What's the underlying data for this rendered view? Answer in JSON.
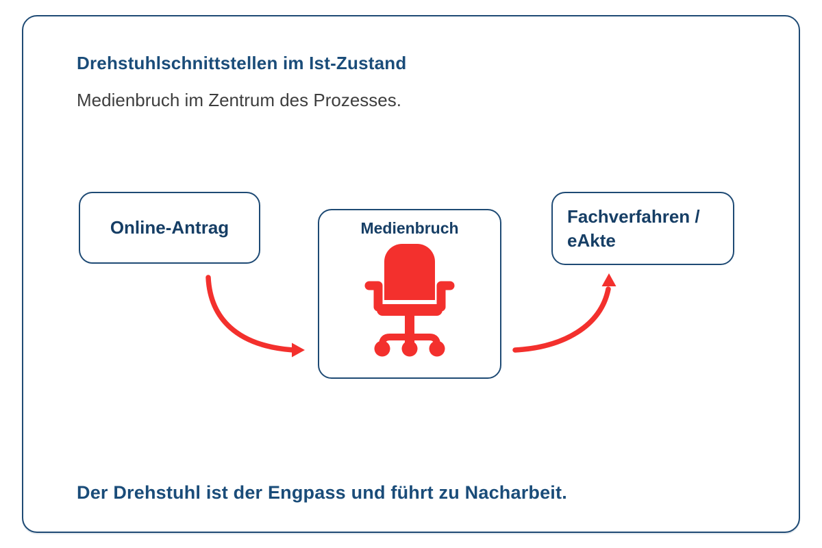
{
  "header": {
    "title": "Drehstuhlschnittstellen im Ist-Zustand",
    "subtitle": "Medienbruch im Zentrum des Prozesses."
  },
  "diagram": {
    "nodes": [
      {
        "id": "online-antrag",
        "label": "Online-Antrag"
      },
      {
        "id": "medienbruch",
        "label": "Medienbruch",
        "icon": "office-chair-icon"
      },
      {
        "id": "fachverfahren-eakte",
        "label": "Fachverfahren / eAkte"
      }
    ],
    "connections": [
      {
        "from": "online-antrag",
        "to": "medienbruch",
        "style": "curved-red-arrow"
      },
      {
        "from": "medienbruch",
        "to": "fachverfahren-eakte",
        "style": "curved-red-arrow"
      }
    ]
  },
  "footer": {
    "text": "Der Drehstuhl ist der Engpass und führt zu Nacharbeit."
  },
  "colors": {
    "heading_navy": "#1a4c79",
    "label_navy": "#163e65",
    "border_navy": "#1e4a74",
    "subtitle_gray": "#3e3e3e",
    "accent_red": "#f3302d",
    "background": "#ffffff"
  }
}
